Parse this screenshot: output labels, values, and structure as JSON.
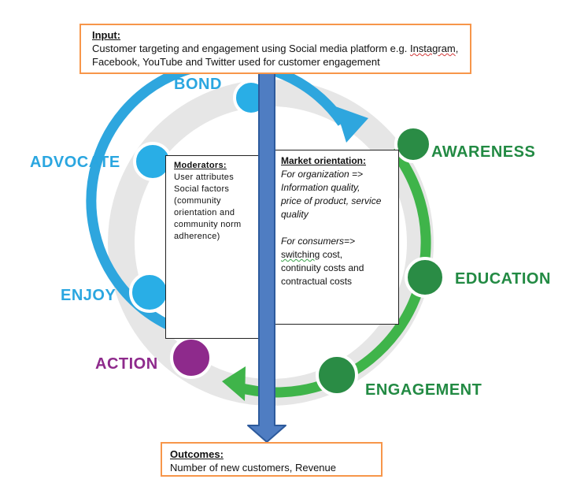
{
  "input": {
    "title": "Input:",
    "line1_prefix": "Customer targeting and engagement using Social media platform e.g. ",
    "line1_flagged": "Instagram",
    "line1_suffix": ",",
    "line2": "Facebook, YouTube and Twitter used for customer engagement"
  },
  "moderators": {
    "title": "Moderators:",
    "lines": [
      "User attributes",
      "Social factors",
      "(community",
      "orientation and",
      "community norm",
      "adherence)"
    ]
  },
  "market": {
    "title": "Market orientation:",
    "org_lines": [
      "For organization =>",
      "Information quality,",
      "price of product, service",
      "quality"
    ],
    "consumer_lines": [
      "For consumers=>"
    ],
    "switching_word": "switching",
    "switching_rest": " cost,",
    "final_lines": [
      "continuity costs and",
      "contractual costs"
    ]
  },
  "outcomes": {
    "title": "Outcomes:",
    "text": "Number of new customers, Revenue"
  },
  "cycle": {
    "stages": [
      {
        "label": "BOND",
        "color": "#2aa6e0"
      },
      {
        "label": "AWARENESS",
        "color": "#228a43"
      },
      {
        "label": "EDUCATION",
        "color": "#228a43"
      },
      {
        "label": "ENGAGEMENT",
        "color": "#228a43"
      },
      {
        "label": "ACTION",
        "color": "#8e2a8c"
      },
      {
        "label": "ENJOY",
        "color": "#2aa6e0"
      },
      {
        "label": "ADVOCATE",
        "color": "#2aa6e0"
      }
    ],
    "colors": {
      "blue_node": "#29aee6",
      "blue_arc": "#2ea6de",
      "green_node": "#2a8c45",
      "green_arc": "#3fb44a",
      "purple_node": "#8e2a8c",
      "ring": "#e6e6e6",
      "arrow_fill": "#4f7dc2",
      "arrow_stroke": "#2d5a9c",
      "box_border": "#f7964a"
    }
  }
}
